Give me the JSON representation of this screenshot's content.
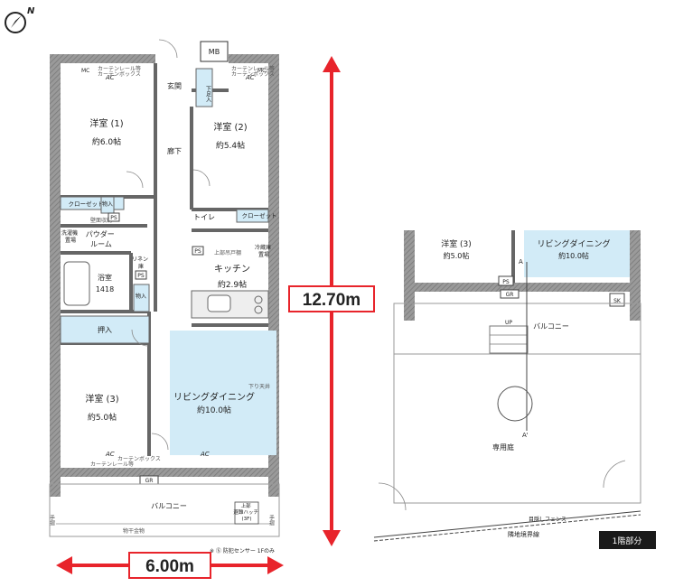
{
  "compass": {
    "label": "N"
  },
  "left_plan": {
    "rooms": {
      "bedroom1": {
        "name": "洋室 (1)",
        "area": "約6.0帖"
      },
      "bedroom2": {
        "name": "洋室 (2)",
        "area": "約5.4帖"
      },
      "bedroom3": {
        "name": "洋室 (3)",
        "area": "約5.0帖"
      },
      "entrance": "玄関",
      "hallway": "廊下",
      "toilet": "トイレ",
      "powder": "パウダー\nルーム",
      "bath": {
        "name": "浴室",
        "size": "1418"
      },
      "kitchen": {
        "name": "キッチン",
        "area": "約2.9帖"
      },
      "ldk": {
        "name": "リビングダイニング",
        "area": "約10.0帖"
      },
      "oshiire": "押入",
      "balcony": "バルコニー"
    },
    "labels": {
      "mb": "MB",
      "shoebox": "下足入",
      "closet1": "クローゼット",
      "closet2": "クローゼット",
      "storage1": "物入",
      "storage2": "物入",
      "washer": "洗濯機\n置場",
      "fridge": "冷蔵庫\n置場",
      "linen": "リネン\n庫",
      "upper_cabinet": "上部吊戸棚",
      "wall_storage": "壁面収納",
      "ps1": "PS",
      "ps2": "PS",
      "ps3": "PS",
      "ac": "AC",
      "gr": "GR",
      "mc": "MC",
      "ceiling_note": "下り天井",
      "curtain_rail": "カーテンレール等",
      "curtain_box": "カーテンボックス",
      "handrail": "手摺",
      "hatch": "上部\n避難ハッチ\n(3F)",
      "clothes_rod": "物干金物",
      "security_note": "※ Ⓢ 防犯センサー 1Fのみ"
    }
  },
  "right_plan": {
    "bedroom3": {
      "name": "洋室 (3)",
      "area": "約5.0帖"
    },
    "ldk": {
      "name": "リビングダイニング",
      "area": "約10.0帖"
    },
    "balcony": "バルコニー",
    "garden": "専用庭",
    "up": "UP",
    "section_a": "A",
    "section_a2": "A'",
    "fence": "目隠しフェンス",
    "boundary": "隣地境界線",
    "sk": "SK",
    "ps": "PS",
    "gr": "GR",
    "floor_badge": "1階部分"
  },
  "dimensions": {
    "depth": "12.70m",
    "width": "6.00m"
  },
  "colors": {
    "ldk_blue": "#d2ebf7",
    "dim_red": "#e8242b",
    "wall": "#8c8c8c",
    "badge_bg": "#1a1a1a"
  }
}
